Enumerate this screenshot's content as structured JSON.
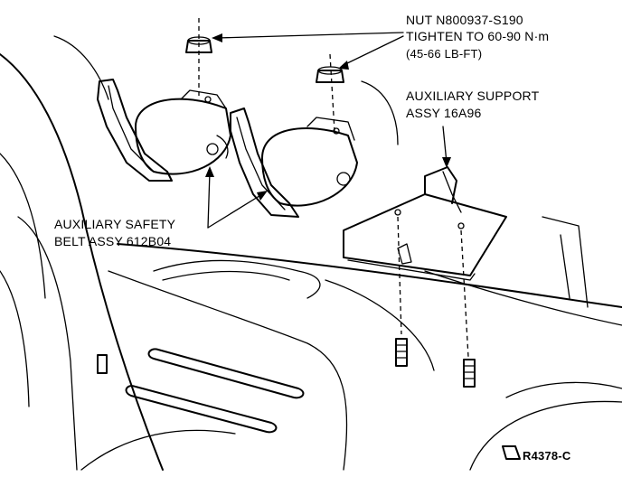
{
  "labels": {
    "nut_line1": "NUT N800937-S190",
    "nut_line2": "TIGHTEN TO 60-90 N·m",
    "nut_line3": "(45-66 LB-FT)",
    "support_line1": "AUXILIARY SUPPORT",
    "support_line2": "ASSY 16A96",
    "belt_line1": "AUXILIARY SAFETY",
    "belt_line2": "BELT ASSY 612B04",
    "figure_code": "R4378-C"
  }
}
